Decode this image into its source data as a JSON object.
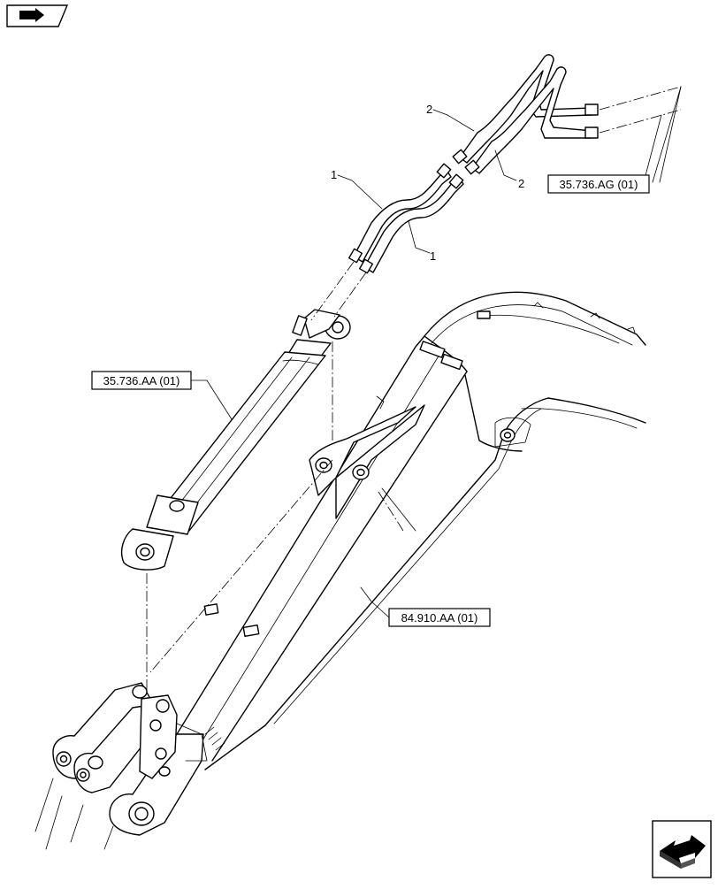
{
  "callouts": {
    "item_1_upper": "1",
    "item_1_lower": "1",
    "item_2_upper": "2",
    "item_2_lower": "2"
  },
  "references": {
    "ref_cylinder": "35.736.AA (01)",
    "ref_tubes": "35.736.AG (01)",
    "ref_boom": "84.910.AA (01)"
  },
  "icons": {
    "top_left": "previous-page-arrow-icon",
    "bottom_right": "next-page-arrow-icon"
  }
}
